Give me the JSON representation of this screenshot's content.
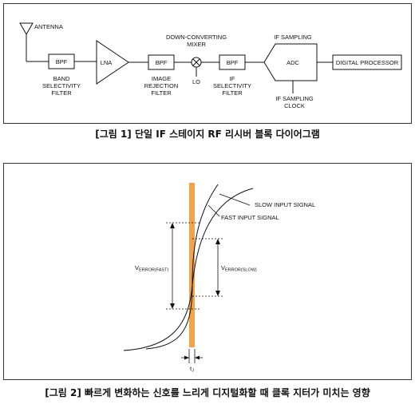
{
  "figure1": {
    "antenna_label": "ANTENNA",
    "bpf1_label": "BPF",
    "bpf1_caption": [
      "BAND",
      "SELECTIVITY",
      "FILTER"
    ],
    "lna_label": "LNA",
    "bpf2_label": "BPF",
    "bpf2_caption": [
      "IMAGE",
      "REJECTION",
      "FILTER"
    ],
    "mixer_caption": [
      "DOWN-CONVERTING",
      "MIXER"
    ],
    "lo_label": "LO",
    "bpf3_label": "BPF",
    "bpf3_caption": [
      "IF",
      "SELECTIVITY",
      "FILTER"
    ],
    "adc_label": "ADC",
    "if_sampling_label": "IF SAMPLING",
    "if_clock_caption": [
      "IF SAMPLING",
      "CLOCK"
    ],
    "dsp_label": "DIGITAL PROCESSOR",
    "caption": "[그림 1] 단일 IF 스테이지 RF 리시버 블록 다이어그램"
  },
  "figure2": {
    "slow_label": "SLOW INPUT SIGNAL",
    "fast_label": "FAST INPUT SIGNAL",
    "v_error_fast": {
      "main": "V",
      "sub": "ERROR(FAST)"
    },
    "v_error_slow": {
      "main": "V",
      "sub": "ERROR(SLOW)"
    },
    "tj_label": {
      "main": "t",
      "sub": "J"
    },
    "clock_band_color": "#f4a14a",
    "caption": "[그림 2] 빠르게 변화하는 신호를 느리게 디지털화할 때 클록 지터가 미치는 영향"
  }
}
